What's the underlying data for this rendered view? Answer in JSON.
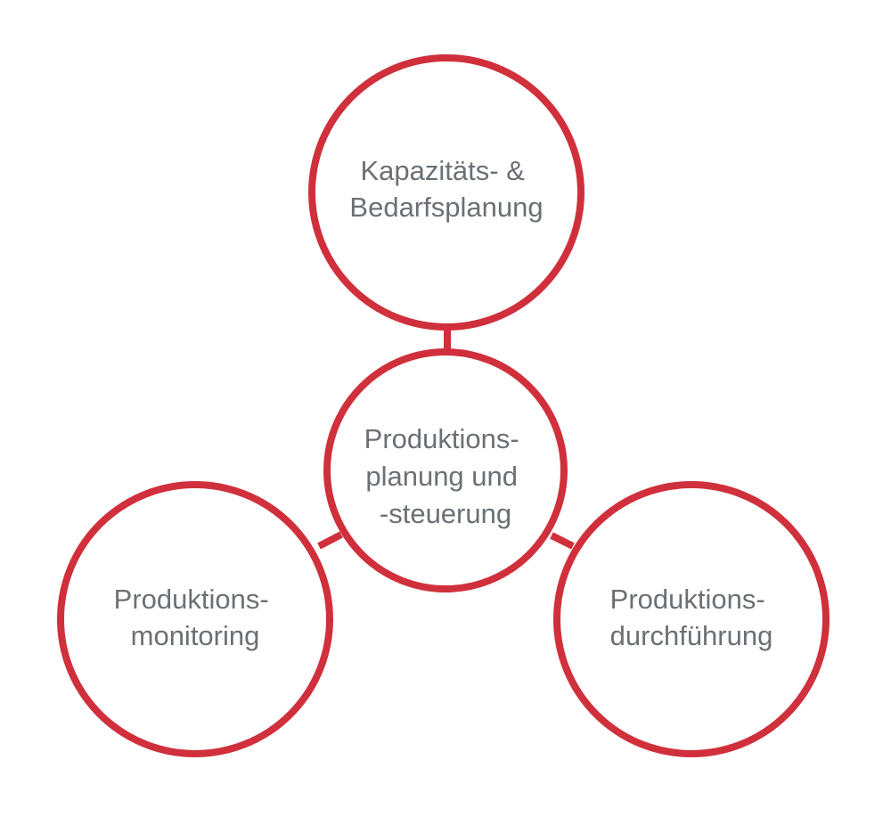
{
  "colors": {
    "ring": "#d0303c",
    "text": "#6b7075",
    "background": "#ffffff"
  },
  "center": {
    "lines": [
      "Produktions-",
      "planung und",
      "-steuerung"
    ]
  },
  "top": {
    "lines": [
      "Kapazitäts-  &",
      "Bedarfsplanung"
    ]
  },
  "left": {
    "lines": [
      "Produktions-",
      "monitoring"
    ]
  },
  "right": {
    "lines": [
      "Produktions-",
      "durchführung"
    ]
  }
}
